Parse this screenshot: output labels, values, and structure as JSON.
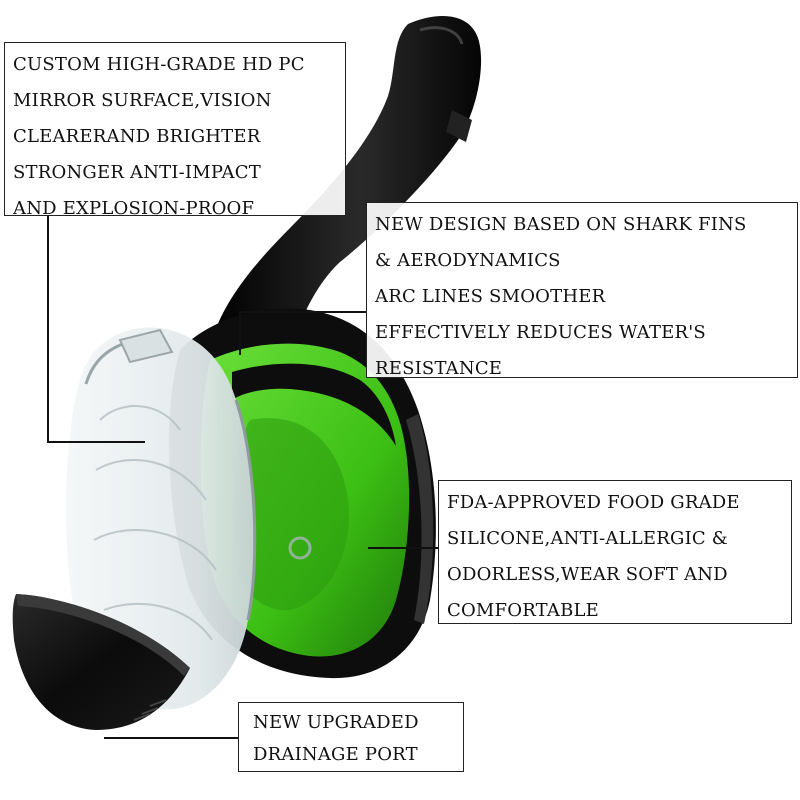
{
  "product_image": {
    "subject": "snorkel-mask-icon",
    "colors": {
      "frame": "#111111",
      "silicone": "#4fcf1f",
      "silicone_dark": "#2e8f10",
      "lens": "#e8eef0",
      "lens_edge": "#b9c4c8"
    }
  },
  "callouts": {
    "lens": {
      "lines": [
        "CUSTOM HIGH-GRADE HD PC",
        "MIRROR SURFACE,VISION",
        "CLEARERAND BRIGHTER",
        "STRONGER ANTI-IMPACT",
        "AND EXPLOSION-PROOF"
      ]
    },
    "design": {
      "lines": [
        "NEW DESIGN BASED ON SHARK FINS",
        "& AERODYNAMICS",
        "ARC LINES SMOOTHER",
        "EFFECTIVELY REDUCES WATER'S",
        "RESISTANCE"
      ]
    },
    "silicone": {
      "lines": [
        "FDA-APPROVED FOOD GRADE",
        "SILICONE,ANTI-ALLERGIC &",
        "ODORLESS,WEAR SOFT AND",
        "COMFORTABLE"
      ]
    },
    "drain": {
      "lines": [
        "NEW UPGRADED",
        "DRAINAGE PORT"
      ]
    }
  }
}
